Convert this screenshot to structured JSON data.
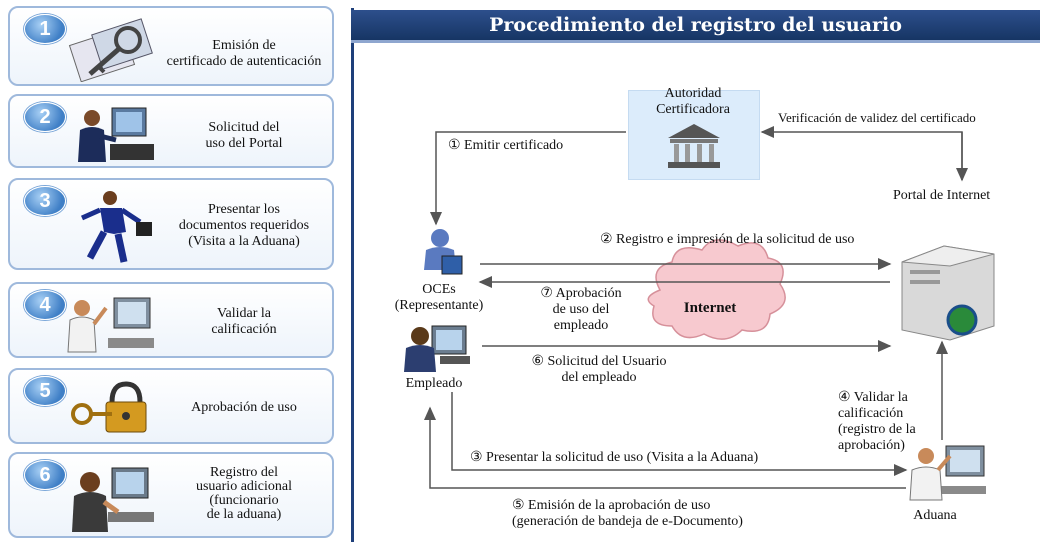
{
  "steps": [
    {
      "number": "1",
      "label": [
        "Emisión de",
        "certificado de autenticación"
      ],
      "icon": "certificate-key-icon"
    },
    {
      "number": "2",
      "label": [
        "Solicitud del",
        "uso del Portal"
      ],
      "icon": "person-at-computer-icon"
    },
    {
      "number": "3",
      "label": [
        "Presentar los",
        "documentos requeridos",
        "(Visita a la Aduana)"
      ],
      "icon": "walking-businessman-icon"
    },
    {
      "number": "4",
      "label": [
        "Validar la",
        "calificación"
      ],
      "icon": "officer-at-desk-icon"
    },
    {
      "number": "5",
      "label": [
        "Aprobación de uso"
      ],
      "icon": "key-padlock-icon"
    },
    {
      "number": "6",
      "label": [
        "Registro del",
        "usuario adicional",
        "(funcionario",
        "de la aduana)"
      ],
      "icon": "person-typing-icon"
    }
  ],
  "diagram": {
    "title": "Procedimiento del registro del usuario",
    "authority": [
      "Autoridad",
      "Certificadora"
    ],
    "verification": "Verificación de validez del certificado",
    "portal": "Portal de Internet",
    "issue_cert": "① Emitir certificado",
    "register_print": "② Registro e impresión de la solicitud de uso",
    "oces": [
      "OCEs",
      "(Representante)"
    ],
    "approval_employee": [
      "⑦ Aprobación",
      "de uso del",
      "empleado"
    ],
    "internet": "Internet",
    "employee": "Empleado",
    "user_request": [
      "⑥ Solicitud del Usuario",
      "del empleado"
    ],
    "validate": [
      "④ Validar la",
      "calificación",
      "(registro de la",
      "aprobación)"
    ],
    "present_request": "③ Presentar la solicitud de uso (Visita a la Aduana)",
    "issue_approval": [
      "⑤ Emisión de la aprobación de uso",
      "(generación de bandeja de e-Documento)"
    ],
    "customs": "Aduana"
  },
  "colors": {
    "title_bar": "#1e3f7a",
    "badge": "#3f7fc6",
    "box_border": "#9fb9dc",
    "cloud": "#f7c9cf",
    "authority_bg": "#dcecfb"
  }
}
